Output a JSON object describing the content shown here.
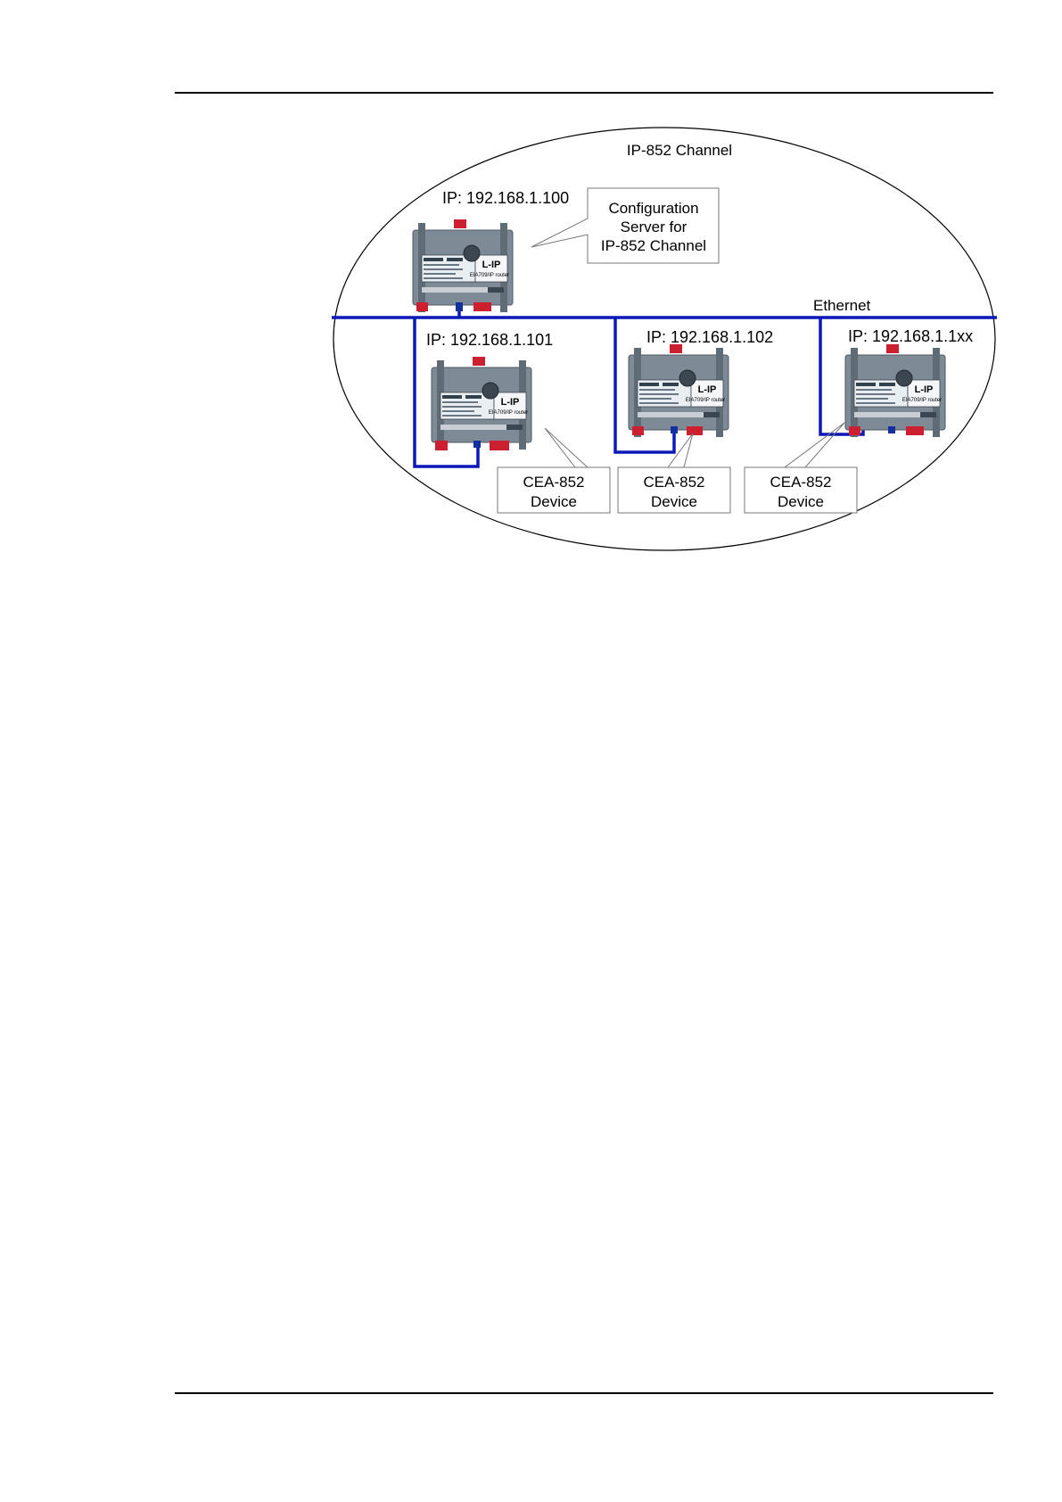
{
  "diagram": {
    "channel_label": "IP-852 Channel",
    "ethernet_label": "Ethernet",
    "config_server": {
      "ip": "IP: 192.168.1.100",
      "callout_lines": [
        "Configuration",
        "Server for",
        "IP-852 Channel"
      ]
    },
    "routers": [
      {
        "ip": "IP: 192.168.1.101"
      },
      {
        "ip": "IP: 192.168.1.102"
      },
      {
        "ip": "IP: 192.168.1.1xx"
      }
    ],
    "devices": [
      {
        "lines": [
          "CEA-852",
          "Device"
        ]
      },
      {
        "lines": [
          "CEA-852",
          "Device"
        ]
      },
      {
        "lines": [
          "CEA-852",
          "Device"
        ]
      }
    ],
    "router_labels": {
      "product": "L-IP",
      "model": "EIA709/IP router"
    },
    "colors": {
      "ethernet": "#0c18b8",
      "router_body": "#7e8a95",
      "connector": "#cc2030",
      "ellipse": "#000000"
    }
  }
}
